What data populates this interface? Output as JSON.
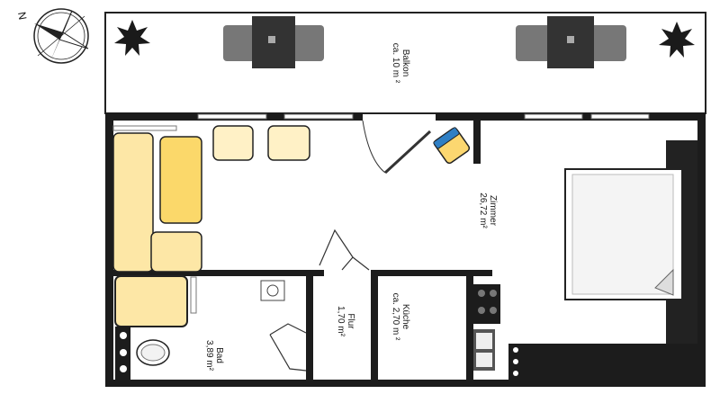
{
  "compass": {
    "letter": "N",
    "icon": "compass-icon"
  },
  "rooms": {
    "balcony": {
      "name": "Balkon",
      "area": "ca. 10 m ²"
    },
    "room": {
      "name": "Zimmer",
      "area": "26,72 m²"
    },
    "hall": {
      "name": "Flur",
      "area": "1,70 m²"
    },
    "kitchen": {
      "name": "Küche",
      "area": "ca. 2,70 m ²"
    },
    "bath": {
      "name": "Bad",
      "area": "3,89 m²"
    }
  },
  "colors": {
    "wall": "#1c1c1c",
    "sofa": "#fde7a6",
    "sofa_dark": "#fbd86a",
    "armchair": "#fff1c6",
    "blue_chair": "#2f7fc4",
    "table": "#3a3a3a"
  }
}
